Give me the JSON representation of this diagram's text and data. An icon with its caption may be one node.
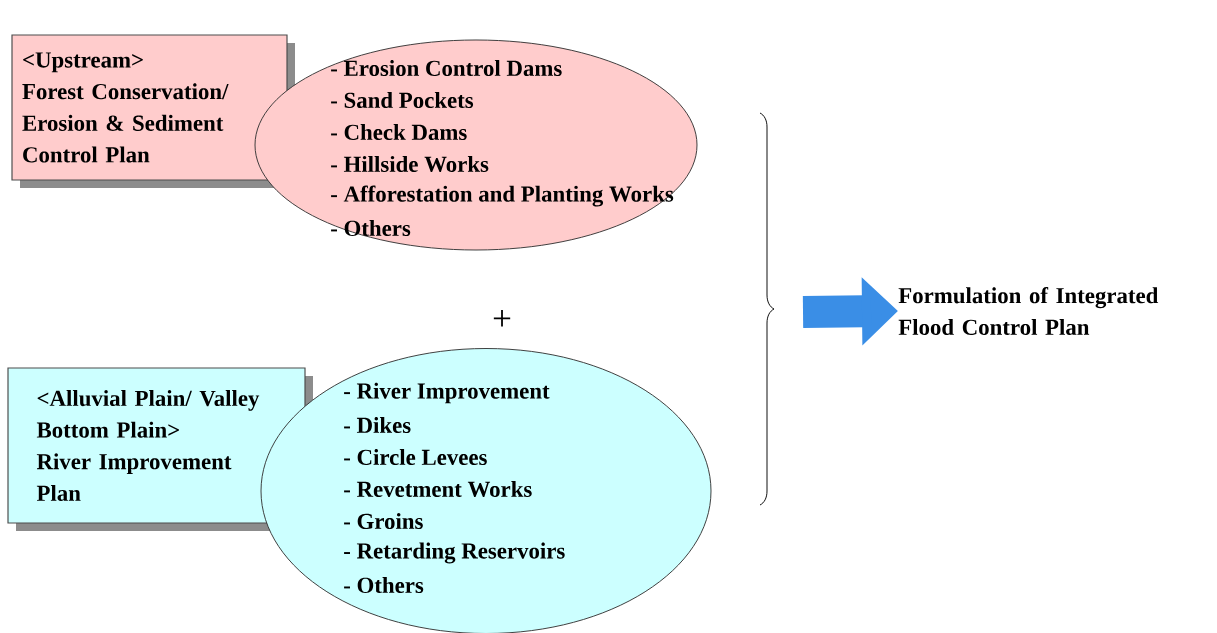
{
  "diagram": {
    "nodes": [
      {
        "text": [
          "<Upstream>",
          "Forest Conservation/ Erosion & Sediment Control Plan"
        ]
      },
      {
        "text": [
          "- Erosion Control Dams",
          "- Sand Pockets",
          "- Check Dams",
          "- Hillside Works",
          "- Afforestation and Planting Works",
          "- Others"
        ]
      },
      {
        "text": [
          "<Alluvial Plain/ Valley Bottom Plain>",
          "River Improvement Plan"
        ]
      },
      {
        "text": [
          "- River Improvement",
          "- Dikes",
          "- Circle Levees",
          "- Revetment Works",
          "- Groins",
          "- Retarding Reservoirs",
          "- Others"
        ]
      },
      {
        "text": [
          "Formulation of Integrated Flood Control Plan"
        ]
      }
    ],
    "edges": [
      {
        "from": null,
        "to": 4,
        "arrow": "to"
      }
    ],
    "labels": [
      "+"
    ]
  }
}
